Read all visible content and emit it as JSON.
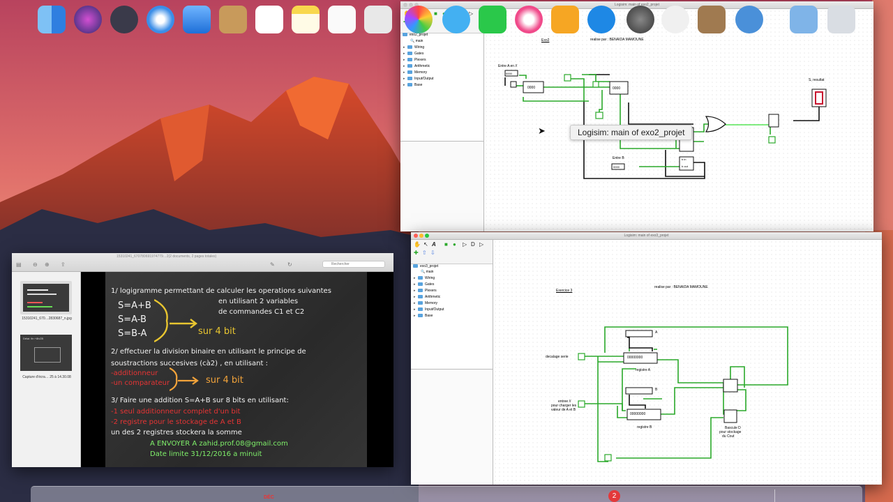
{
  "colors": {
    "wire_green": "#2aa92a",
    "bright_green": "#56e656",
    "wire_black": "#111111",
    "output_red": "#c8102e",
    "board_yellow": "#e8c530",
    "board_orange": "#f2a33a",
    "board_red": "#e63434",
    "board_green": "#7ff06a"
  },
  "logisim_top": {
    "title": "Logisim: main of exo2_projet",
    "tooltip": "Logisim: main of exo2_projet",
    "project": "exo2_projet",
    "main": "main",
    "folders": [
      "Wiring",
      "Gates",
      "Plexers",
      "Arithmetic",
      "Memory",
      "Input/Output",
      "Base"
    ],
    "labels": {
      "exo": "Exo2",
      "author": "realise par : BENAIDA MAMOUNE",
      "entree_a": "Entre A en //",
      "entree_b": "Entre B",
      "resultat": "S, resultat",
      "reg_a": "0000",
      "reg_b": "0000",
      "mux1": "0000",
      "mux2": "0000",
      "sub_in": "b in",
      "sub_out": "b out"
    }
  },
  "logisim_bottom": {
    "title": "Logisim: main of exo3_projet",
    "project": "exo3_projet",
    "main": "main",
    "folders": [
      "Wiring",
      "Gates",
      "Plexers",
      "Arithmetic",
      "Memory",
      "Input/Output",
      "Base"
    ],
    "labels": {
      "exo": "Exercice 3",
      "author": "realise par : BENAIDA MAMOUNE",
      "decalage": "decalage serie",
      "reg_a_label": "registre A",
      "reg_b_label": "registre B",
      "entree_1": "entree //",
      "entree_2": "pour charger les",
      "entree_3": "valeur de A et B",
      "bascule_1": "Bascule D",
      "bascule_2": "pour stockage",
      "bascule_3": "du Cout",
      "reg_a_value": "00000000",
      "reg_b_value": "00000000",
      "a_letter": "A",
      "b_letter": "B"
    }
  },
  "preview": {
    "title": "15310241_670780691974779…2(2 documents, 2 pages totales)",
    "search_placeholder": "Rechercher",
    "thumb1_label": "15310241_670…2830687_n.jpg",
    "thumb2_label": "Capture d'écra… 25 à 14.30.08",
    "thumb2_heading": "Délai: fin +8h/25"
  },
  "board": {
    "line1": "1/ logigramme permettant de calculer les operations suivantes",
    "line2": "en utilisant 2 variables",
    "line3": "de commandes C1 et C2",
    "op1": "S=A+B",
    "op2": "S=A-B",
    "op3": "S=B-A",
    "bits1": "sur 4 bit",
    "line4": "2/ effectuer la division binaire en utilisant le principe de",
    "line5": "soustractions succesives (cà2) , en utilisant :",
    "red1": "-additionneur",
    "red2": "-un comparateur",
    "bits2": "sur 4 bit",
    "line6": "3/ Faire une addition S=A+B sur 8 bits en utilisant:",
    "red3": "-1 seul additionneur complet d'un bit",
    "red4": "-2 registre pour le stockage de A et B",
    "line7": "un des 2 registres stockera la somme",
    "green1": "A ENVOYER A zahid.prof.08@gmail.com",
    "green2": "Date limite 31/12/2016 a minuit"
  },
  "dock": {
    "calendar_month": "DÉC",
    "badge": "2"
  }
}
